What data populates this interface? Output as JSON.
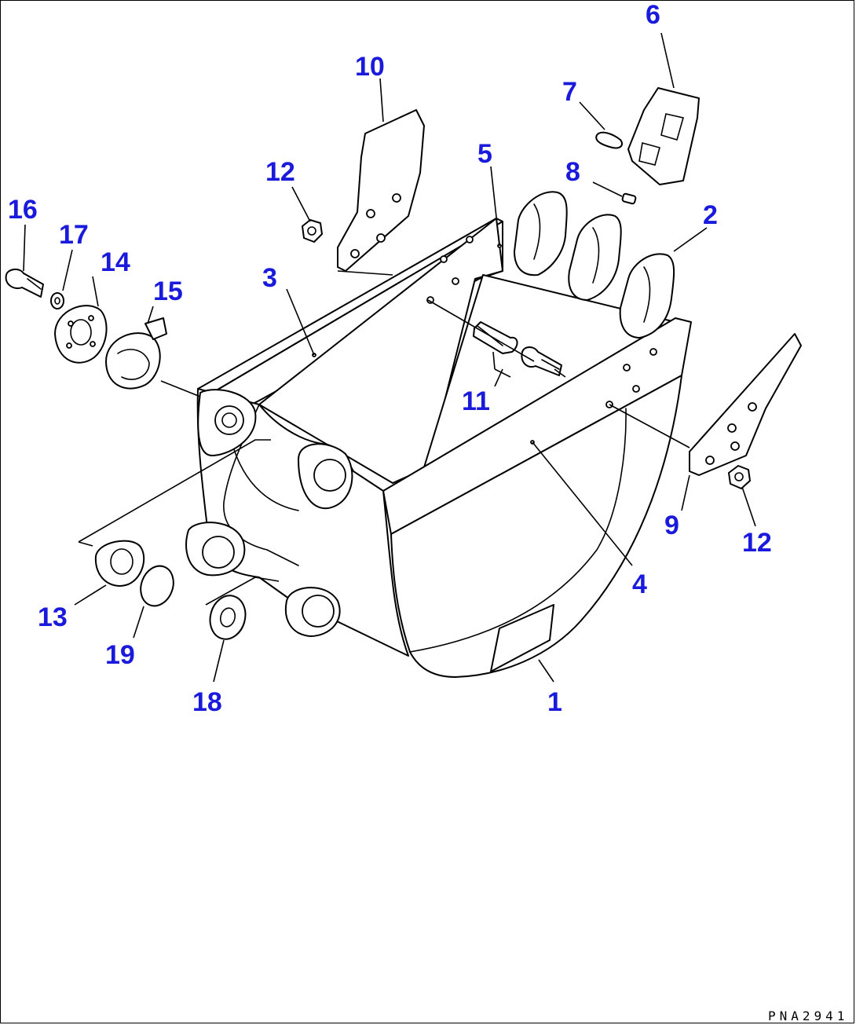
{
  "drawing": {
    "code": "PNA2941",
    "callouts": [
      "1",
      "2",
      "3",
      "4",
      "5",
      "6",
      "7",
      "8",
      "9",
      "10",
      "11",
      "12",
      "12",
      "13",
      "14",
      "15",
      "16",
      "17",
      "18",
      "19"
    ],
    "callout_color": "#1a1adc",
    "line_color": "#000000"
  }
}
